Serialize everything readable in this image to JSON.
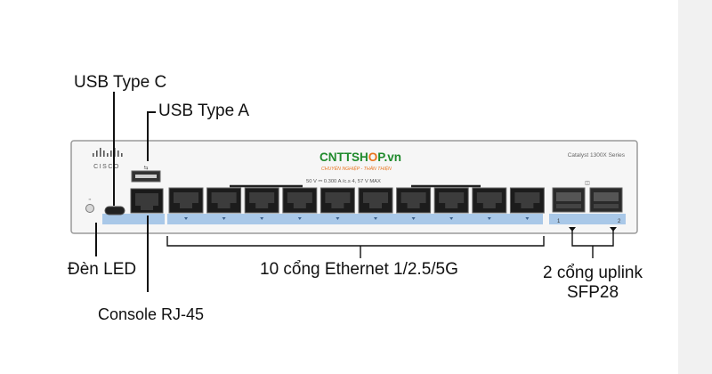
{
  "labels": {
    "usb_c": "USB Type C",
    "usb_a": "USB Type A",
    "led": "Đèn LED",
    "console": "Console RJ-45",
    "ethernet": "10 cổng Ethernet 1/2.5/5G",
    "sfp_line1": "2 cổng uplink",
    "sfp_line2": "SFP28"
  },
  "panel": {
    "brand": "CISCO",
    "series": "Catalyst 1300X Series",
    "poe_text": "50 V ⎓ 0.300 A /c.s 4, 57 V MAX",
    "watermark_main": "CNTTSH",
    "watermark_o": "O",
    "watermark_tail": "P.vn",
    "watermark_sub": "CHUYÊN NGHIỆP - THÂN THIỆN",
    "sfp_num_left": "1",
    "sfp_num_right": "2"
  },
  "colors": {
    "port_strip": "#a9c8e8",
    "watermark_green": "#1f8a2c",
    "watermark_orange": "#e8731d"
  }
}
